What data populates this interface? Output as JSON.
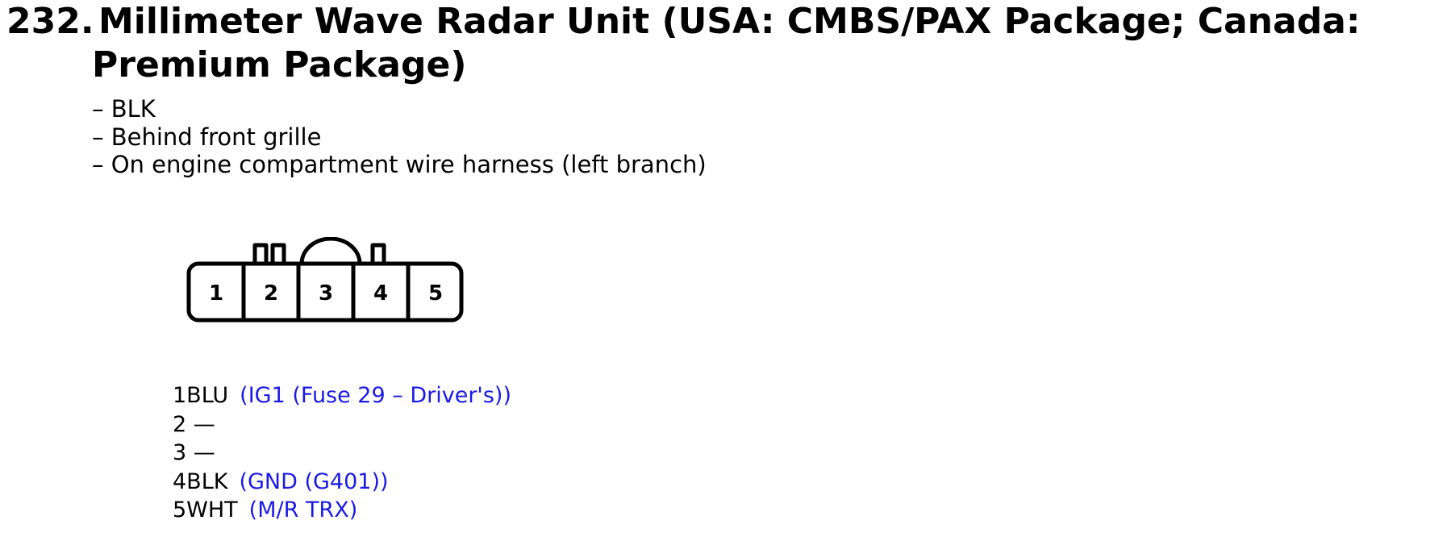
{
  "heading": {
    "number": "232.",
    "line1": "Millimeter Wave Radar Unit (USA: CMBS/PAX Package; Canada:",
    "line2": "Premium Package)"
  },
  "details": [
    "– BLK",
    "– Behind front grille",
    "– On engine compartment wire harness (left branch)"
  ],
  "connector": {
    "terminals": [
      "1",
      "2",
      "3",
      "4",
      "5"
    ]
  },
  "pinout": [
    {
      "pin": "1BLU",
      "circuit": "(IG1 (Fuse 29 – Driver's))"
    },
    {
      "pin": "2 —",
      "circuit": ""
    },
    {
      "pin": "3 —",
      "circuit": ""
    },
    {
      "pin": "4BLK",
      "circuit": "(GND (G401))"
    },
    {
      "pin": "5WHT",
      "circuit": "(M/R TRX)"
    }
  ],
  "colors": {
    "circuit_text": "#1a1ae6"
  }
}
